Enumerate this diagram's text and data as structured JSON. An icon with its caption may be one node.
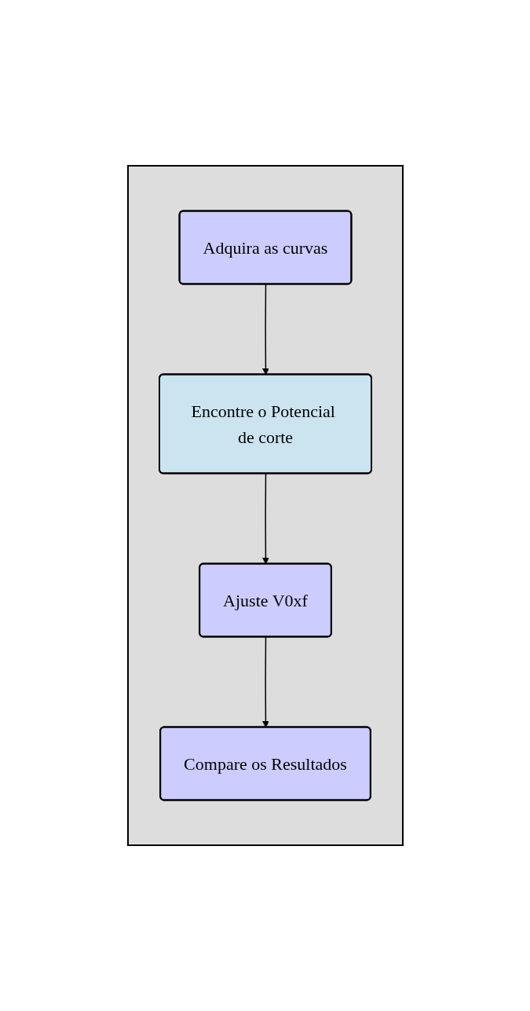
{
  "diagram": {
    "nodes": [
      {
        "text": [],
        "shape": "box"
      },
      {
        "text": [
          "Adquira as curvas"
        ],
        "in": 0
      },
      {
        "text": [
          "Encontre o Potencial de corte"
        ],
        "in": 0
      },
      {
        "text": [
          "Ajuste V0xf"
        ],
        "in": 0
      },
      {
        "text": [
          "Compare os Resultados"
        ],
        "in": 0
      }
    ],
    "edges": [
      {
        "from": 1,
        "to": 2,
        "arrow": "to"
      },
      {
        "from": 2,
        "to": 3,
        "arrow": "to"
      },
      {
        "from": 3,
        "to": 4,
        "arrow": "to"
      }
    ]
  }
}
